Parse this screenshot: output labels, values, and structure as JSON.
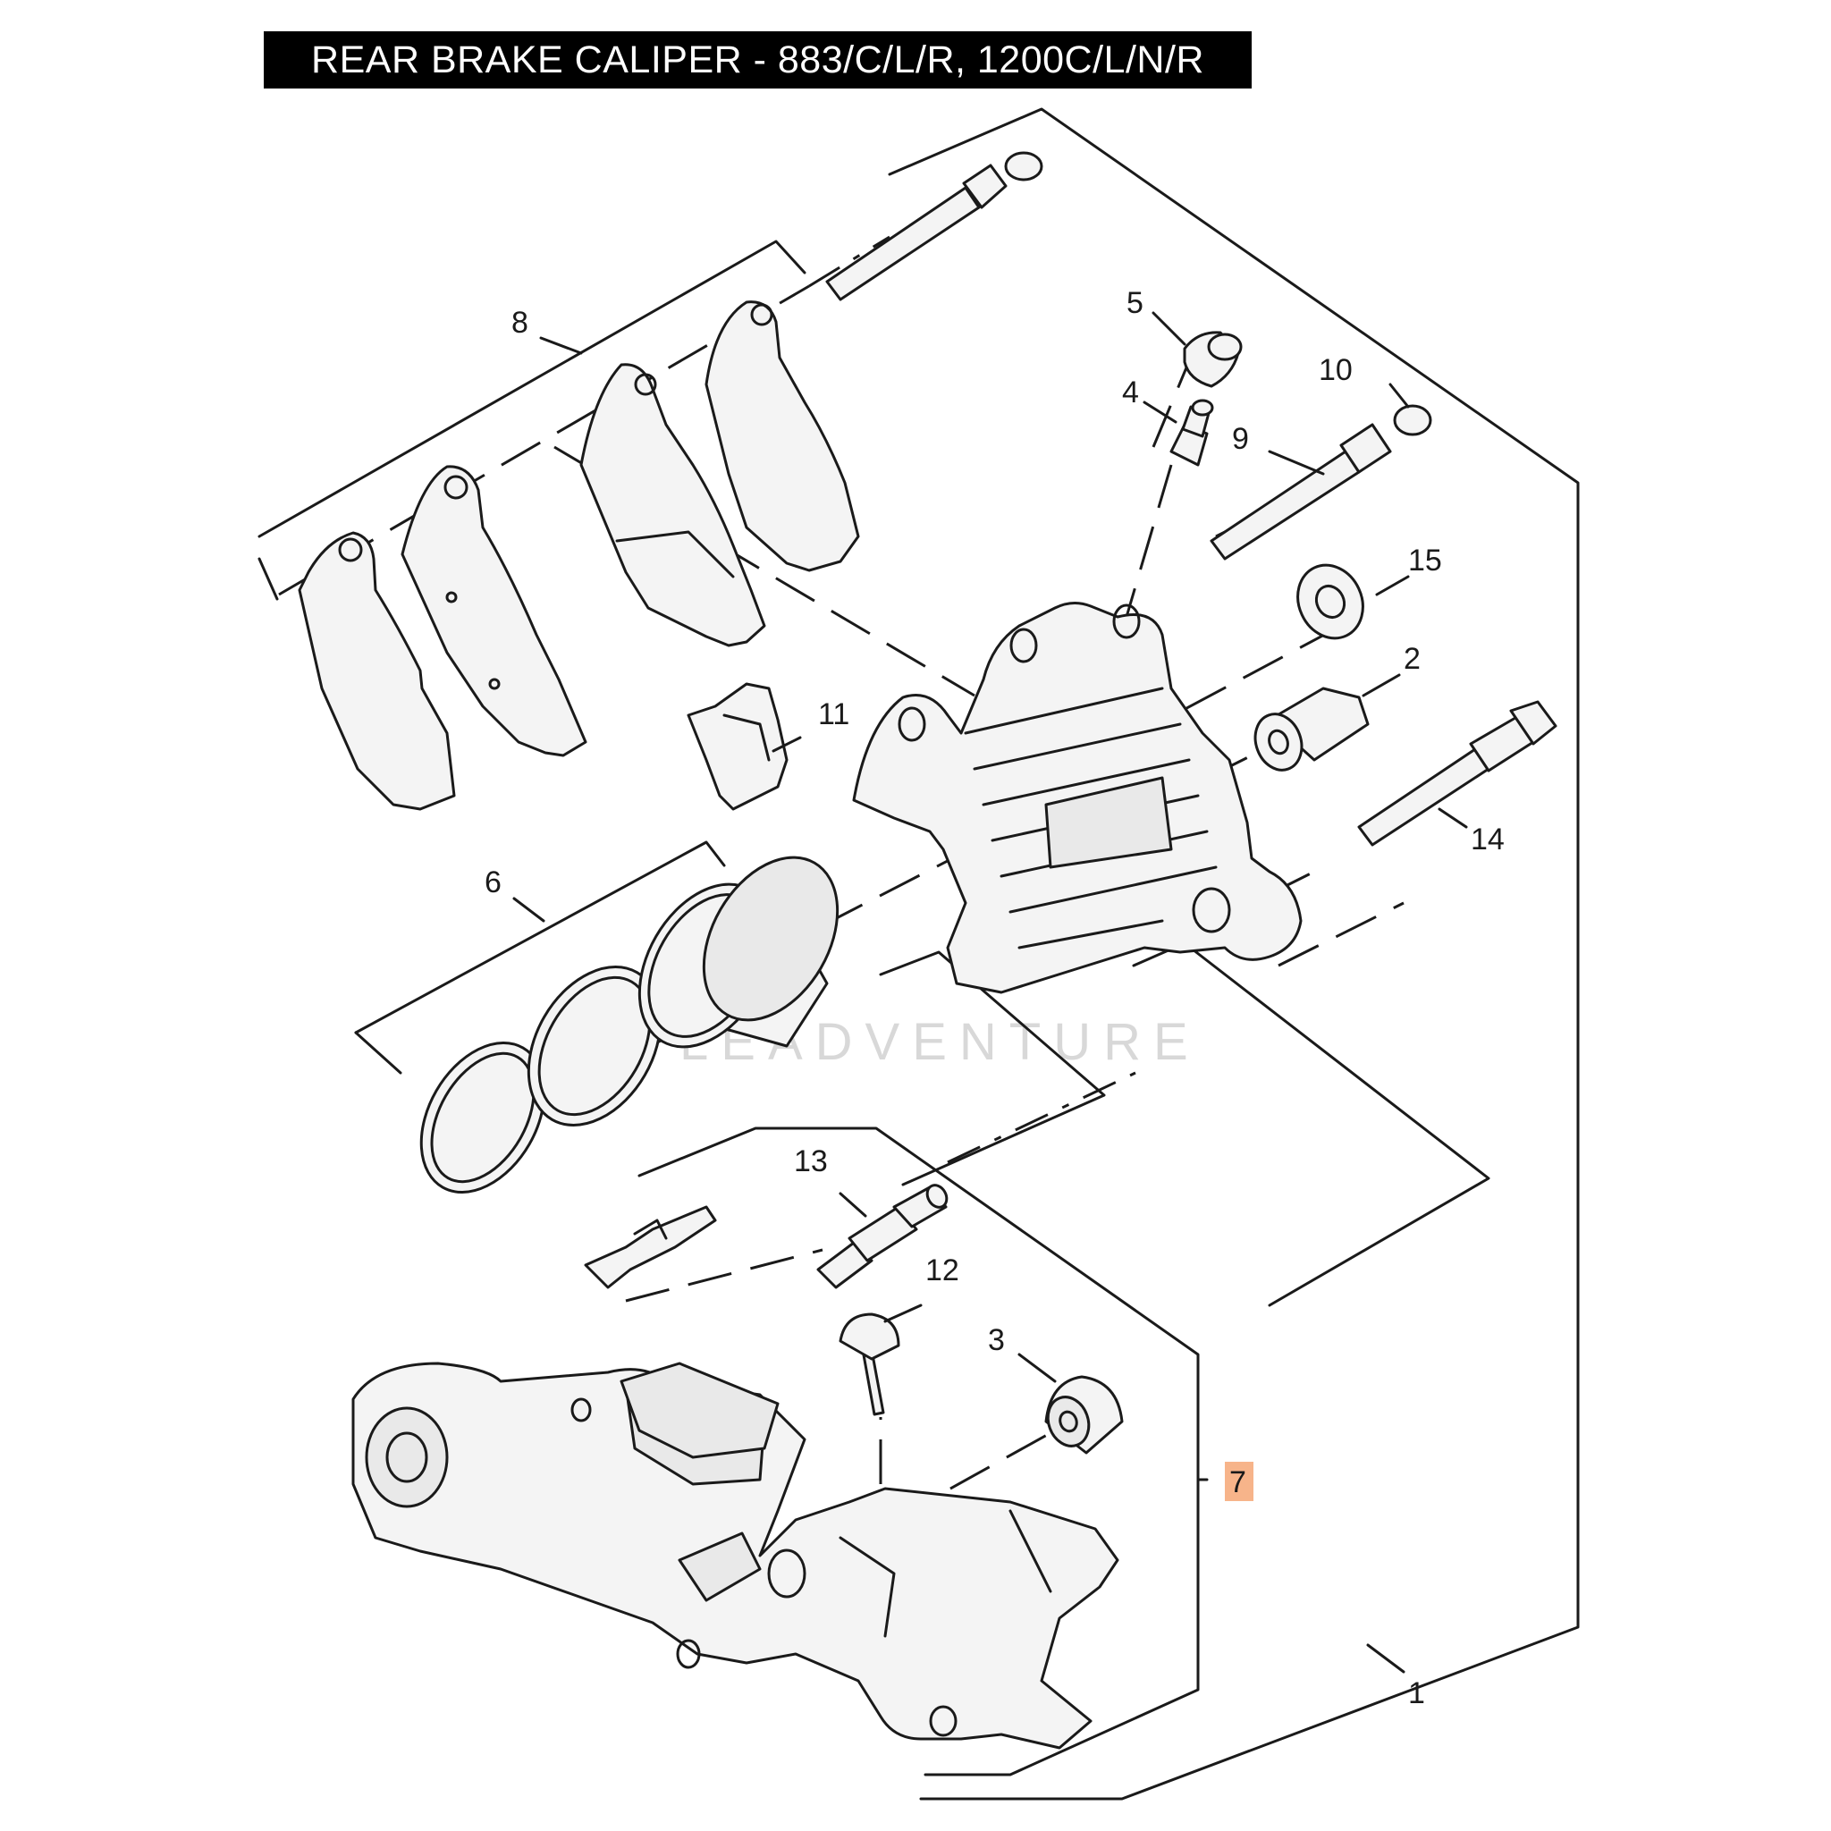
{
  "title": "REAR BRAKE CALIPER - 883/C/L/R, 1200C/L/N/R",
  "watermark": "LEADVENTURE",
  "highlight_color": "#f7b48a",
  "callouts": [
    {
      "id": "1",
      "label": "1"
    },
    {
      "id": "2",
      "label": "2"
    },
    {
      "id": "3",
      "label": "3"
    },
    {
      "id": "4",
      "label": "4"
    },
    {
      "id": "5",
      "label": "5"
    },
    {
      "id": "6",
      "label": "6"
    },
    {
      "id": "7",
      "label": "7",
      "highlighted": true
    },
    {
      "id": "8",
      "label": "8"
    },
    {
      "id": "9",
      "label": "9"
    },
    {
      "id": "10",
      "label": "10"
    },
    {
      "id": "11",
      "label": "11"
    },
    {
      "id": "12",
      "label": "12"
    },
    {
      "id": "13",
      "label": "13"
    },
    {
      "id": "14",
      "label": "14"
    },
    {
      "id": "15",
      "label": "15"
    }
  ]
}
